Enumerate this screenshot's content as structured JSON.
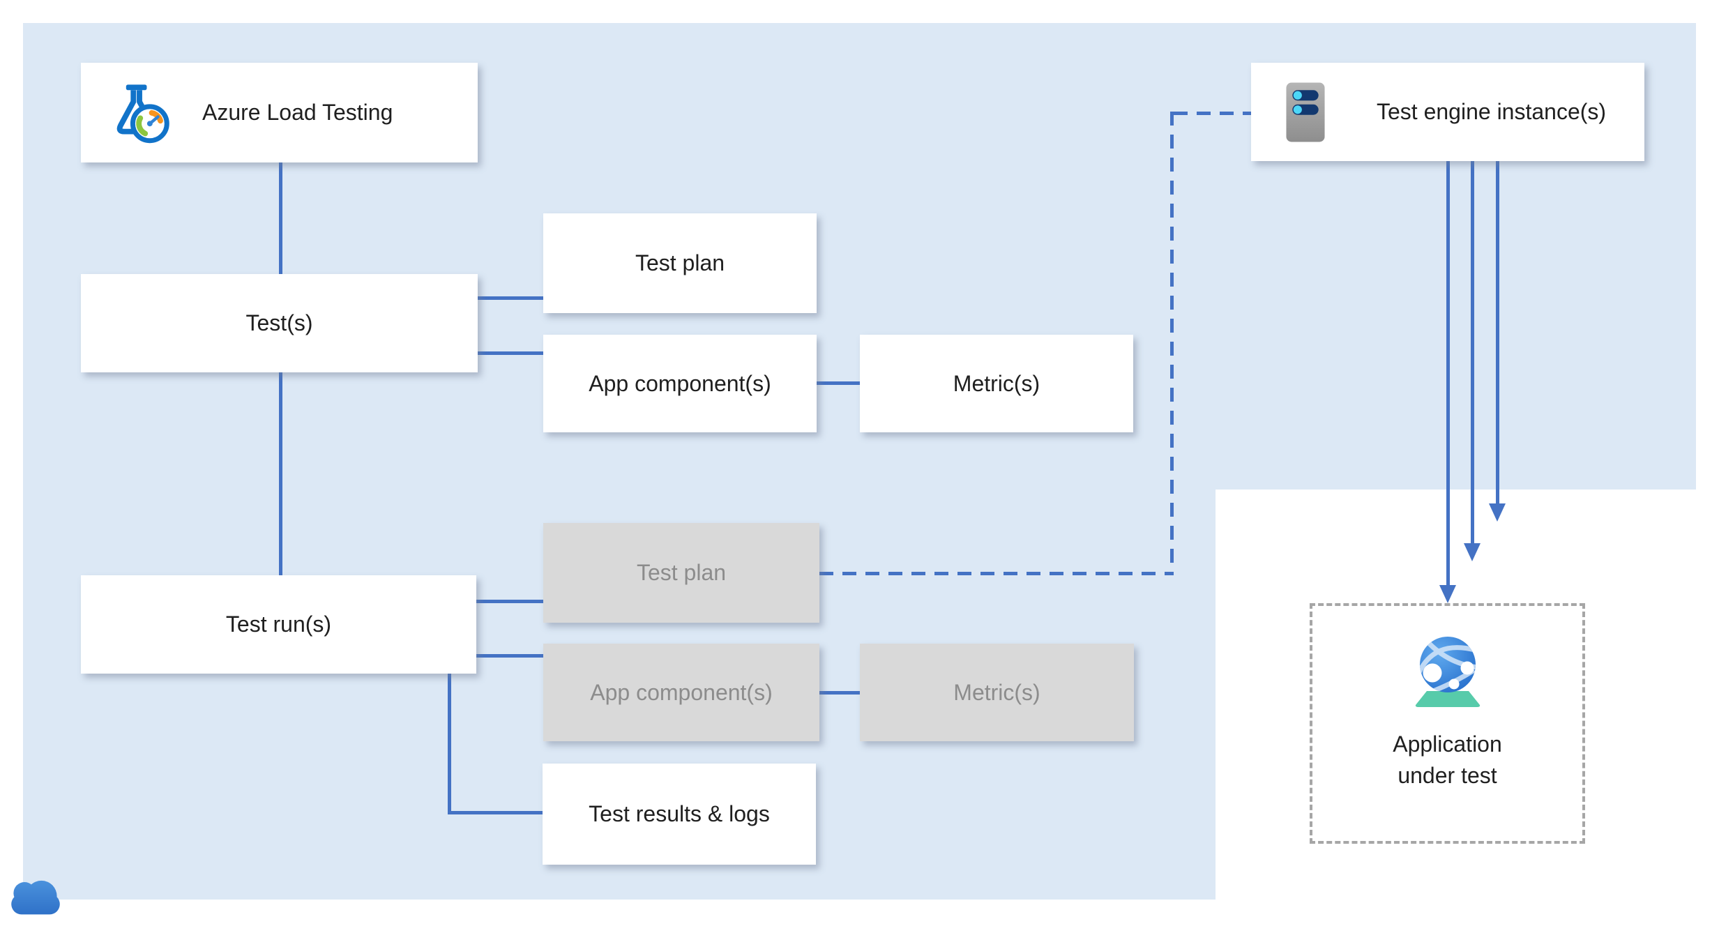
{
  "nodes": {
    "azure_load_testing": {
      "label": "Azure Load Testing",
      "icon": "load-testing-flask-gauge-icon"
    },
    "test_engine_instances": {
      "label": "Test engine instance(s)",
      "icon": "server-icon"
    },
    "tests": {
      "label": "Test(s)"
    },
    "test_plan": {
      "label": "Test plan"
    },
    "app_components": {
      "label": "App component(s)"
    },
    "metrics": {
      "label": "Metric(s)"
    },
    "test_runs": {
      "label": "Test run(s)"
    },
    "run_test_plan": {
      "label": "Test plan"
    },
    "run_app_components": {
      "label": "App component(s)"
    },
    "run_metrics": {
      "label": "Metric(s)"
    },
    "test_results_logs": {
      "label": "Test results & logs"
    },
    "application_under_test": {
      "line1": "Application",
      "line2": "under test",
      "icon": "web-app-globe-icon"
    }
  },
  "decorations": {
    "cloud": "cloud-icon"
  },
  "edges": [
    {
      "from": "azure_load_testing",
      "to": "tests",
      "style": "solid"
    },
    {
      "from": "tests",
      "to": "test_plan",
      "style": "solid"
    },
    {
      "from": "tests",
      "to": "app_components",
      "style": "solid"
    },
    {
      "from": "app_components",
      "to": "metrics",
      "style": "solid"
    },
    {
      "from": "tests",
      "to": "test_runs",
      "style": "solid"
    },
    {
      "from": "test_runs",
      "to": "run_test_plan",
      "style": "solid"
    },
    {
      "from": "test_runs",
      "to": "run_app_components",
      "style": "solid"
    },
    {
      "from": "run_app_components",
      "to": "run_metrics",
      "style": "solid"
    },
    {
      "from": "test_runs",
      "to": "test_results_logs",
      "style": "solid"
    },
    {
      "from": "run_test_plan",
      "to": "test_engine_instances",
      "style": "dashed"
    },
    {
      "from": "test_engine_instances",
      "to": "application_under_test",
      "style": "arrow",
      "count": 3
    }
  ],
  "colors": {
    "background_panel": "#dce8f5",
    "connector_blue": "#4472c4",
    "box_white": "#ffffff",
    "box_gray": "#d9d9d9",
    "gray_text": "#8c8c8c",
    "text": "#1f1f1f",
    "dashed_border_gray": "#a6a6a6",
    "cloud_blue": "#3a7fd0",
    "globe_blue": "#2b7cd3",
    "globe_base_teal": "#57cbaa",
    "flask_blue": "#1173c9",
    "gauge_green": "#8dc63f",
    "gauge_orange": "#f7941e",
    "server_gray": "#9d9d9d",
    "server_navy": "#12386f",
    "server_cyan": "#4dd7f7"
  }
}
